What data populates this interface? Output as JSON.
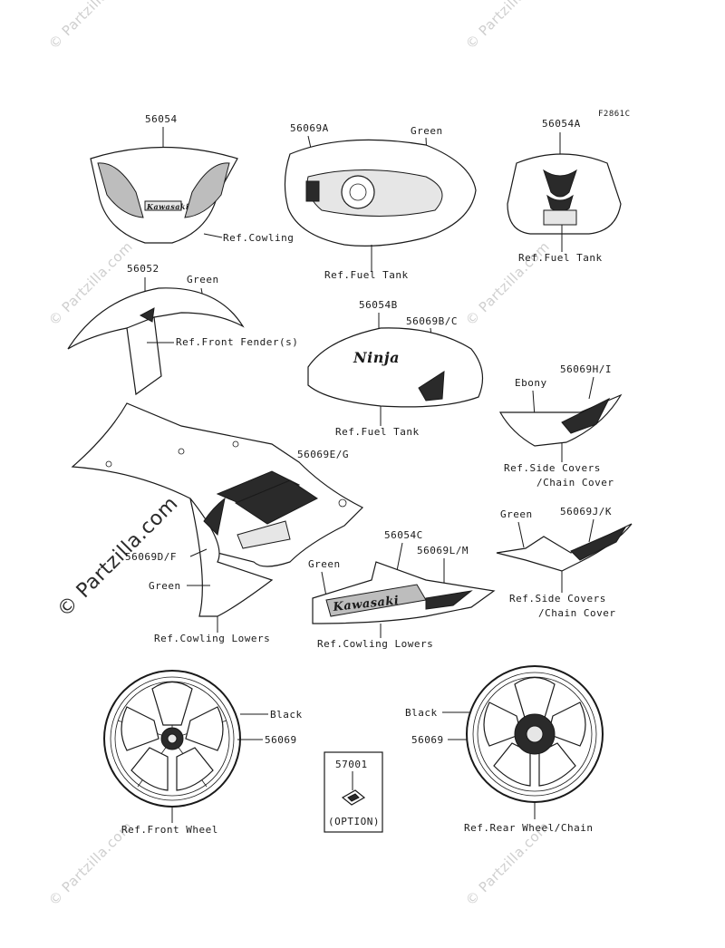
{
  "diagram": {
    "figure_code": "F2861C",
    "watermark": "© Partzilla.com",
    "watermark_center": "© Partzilla.com"
  },
  "parts": {
    "p56054": "56054",
    "p56069A": "56069A",
    "p56054A": "56054A",
    "p56052": "56052",
    "p56054B": "56054B",
    "p56069BC": "56069B/C",
    "p56069HI": "56069H/I",
    "p56069EG": "56069E/G",
    "p56069DF": "56069D/F",
    "p56054C": "56054C",
    "p56069LM": "56069L/M",
    "p56069JK": "56069J/K",
    "p56069_front": "56069",
    "p56069_rear": "56069",
    "p57001": "57001"
  },
  "labels": {
    "green_tank": "Green",
    "green_fender": "Green",
    "green_cowling": "Green",
    "green_lower": "Green",
    "green_side": "Green",
    "ebony": "Ebony",
    "black_front": "Black",
    "black_rear": "Black",
    "ref_cowling": "Ref.Cowling",
    "ref_fuel_tank_1": "Ref.Fuel Tank",
    "ref_fuel_tank_2": "Ref.Fuel Tank",
    "ref_fuel_tank_3": "Ref.Fuel Tank",
    "ref_front_fender": "Ref.Front Fender(s)",
    "ref_side_covers_1": "Ref.Side Covers",
    "ref_chain_cover_1": "/Chain Cover",
    "ref_side_covers_2": "Ref.Side Covers",
    "ref_chain_cover_2": "/Chain Cover",
    "ref_cowling_lowers_1": "Ref.Cowling Lowers",
    "ref_cowling_lowers_2": "Ref.Cowling Lowers",
    "ref_front_wheel": "Ref.Front Wheel",
    "ref_rear_wheel": "Ref.Rear Wheel/Chain",
    "option": "(OPTION)"
  },
  "decal_text": {
    "kawasaki": "Kawasaki",
    "ninja": "Ninja",
    "screen_logo": "Kawasaki"
  }
}
